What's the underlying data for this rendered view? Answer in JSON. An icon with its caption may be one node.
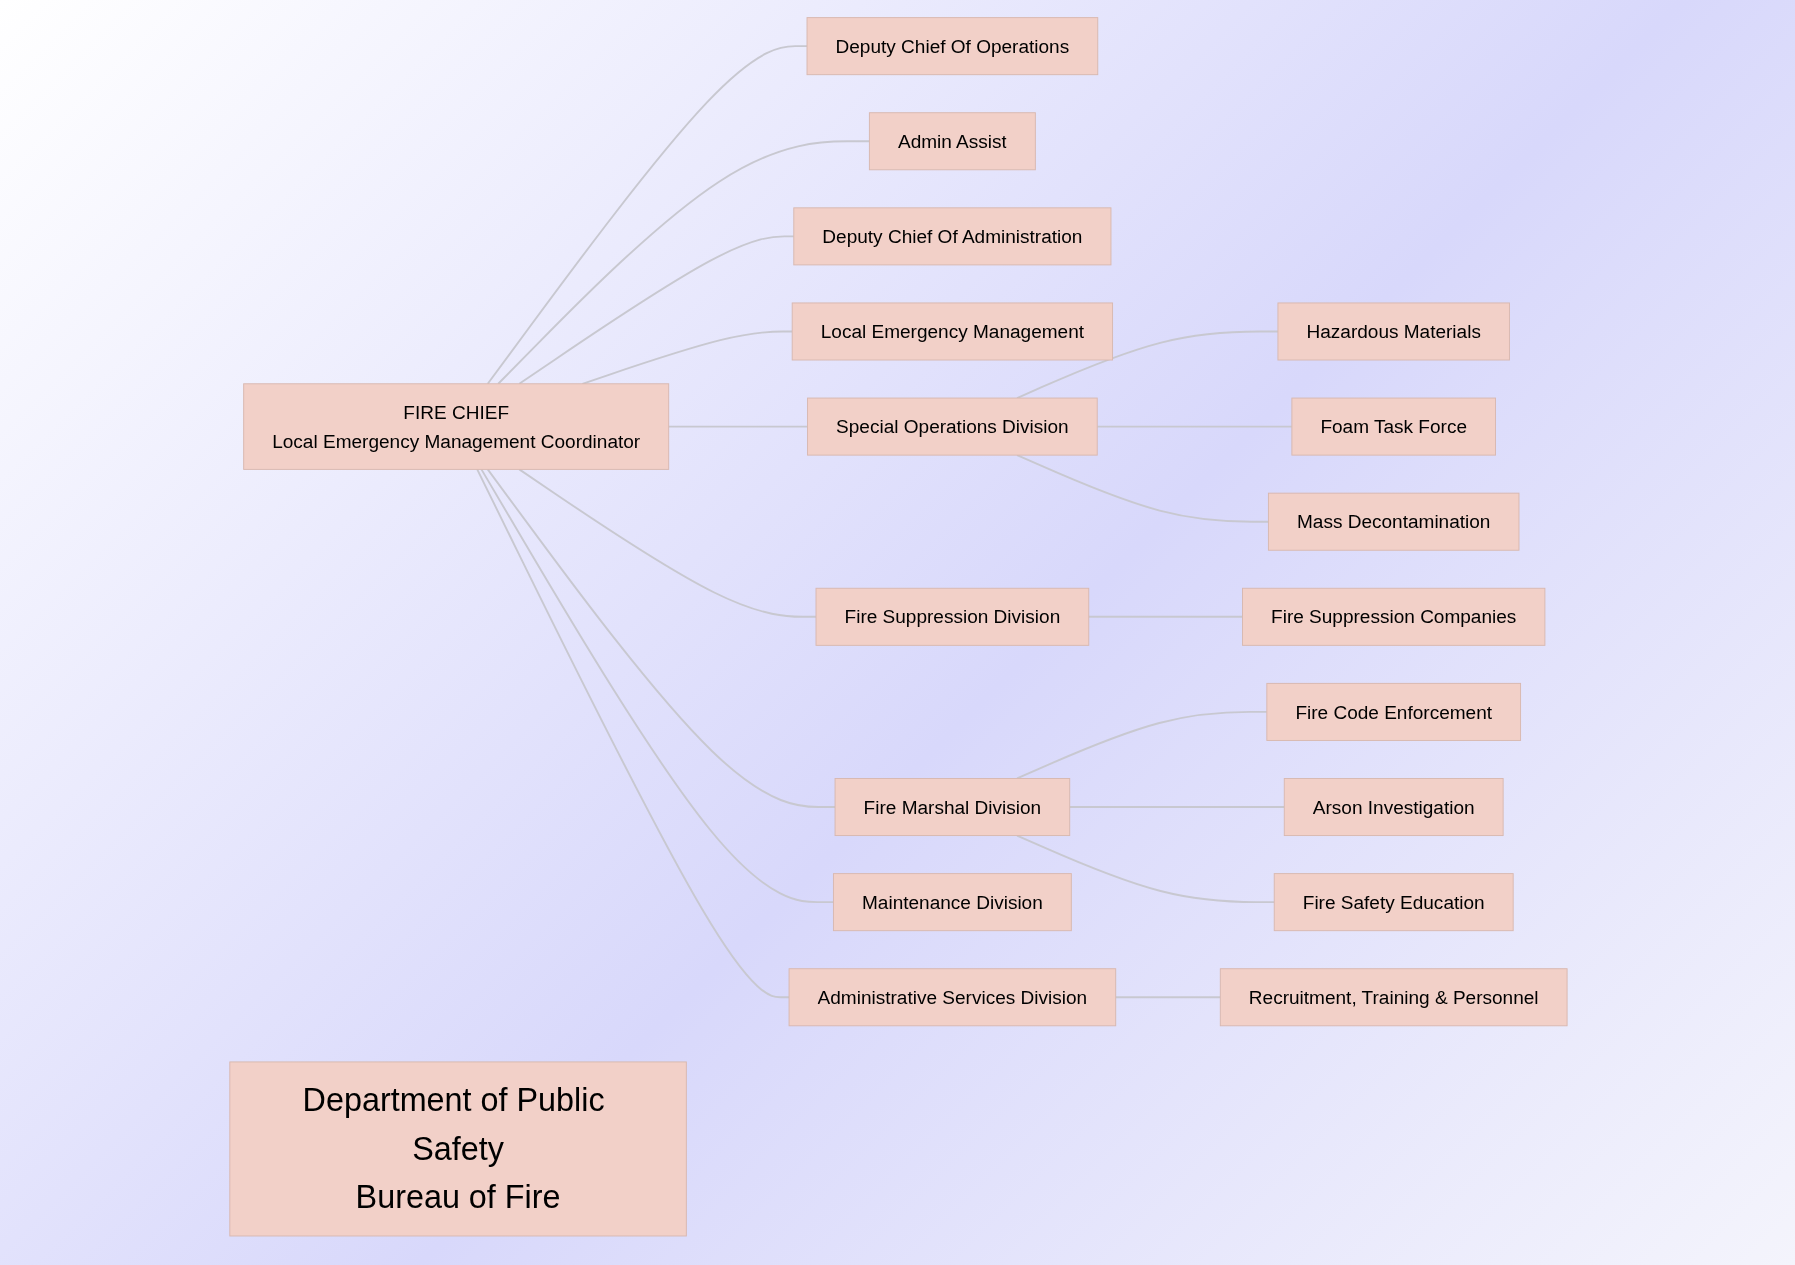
{
  "diagram": {
    "nodes": [
      {
        "text": [
          "FIRE CHIEF",
          "Local Emergency Management Coordinator"
        ]
      },
      {
        "text": [
          "Deputy Chief Of Operations"
        ]
      },
      {
        "text": [
          "Admin Assist"
        ]
      },
      {
        "text": [
          "Deputy Chief Of Administration"
        ]
      },
      {
        "text": [
          "Local Emergency Management"
        ]
      },
      {
        "text": [
          "Special Operations Division"
        ]
      },
      {
        "text": [
          "Fire Suppression Division"
        ]
      },
      {
        "text": [
          "Fire Marshal Division"
        ]
      },
      {
        "text": [
          "Maintenance Division"
        ]
      },
      {
        "text": [
          "Administrative Services Division"
        ]
      },
      {
        "text": [
          "Hazardous Materials"
        ]
      },
      {
        "text": [
          "Foam Task Force"
        ]
      },
      {
        "text": [
          "Mass Decontamination"
        ]
      },
      {
        "text": [
          "Fire Suppression Companies"
        ]
      },
      {
        "text": [
          "Fire Code Enforcement"
        ]
      },
      {
        "text": [
          "Arson Investigation"
        ]
      },
      {
        "text": [
          "Fire Safety Education"
        ]
      },
      {
        "text": [
          "Recruitment, Training & Personnel"
        ]
      },
      {
        "text": [
          "Department of Public Safety",
          "Bureau of Fire"
        ]
      }
    ],
    "edges": [
      {
        "from": 0,
        "to": 1,
        "arrow": "none"
      },
      {
        "from": 0,
        "to": 2,
        "arrow": "none"
      },
      {
        "from": 0,
        "to": 3,
        "arrow": "none"
      },
      {
        "from": 0,
        "to": 4,
        "arrow": "none"
      },
      {
        "from": 0,
        "to": 5,
        "arrow": "none"
      },
      {
        "from": 0,
        "to": 6,
        "arrow": "none"
      },
      {
        "from": 0,
        "to": 7,
        "arrow": "none"
      },
      {
        "from": 0,
        "to": 8,
        "arrow": "none"
      },
      {
        "from": 0,
        "to": 9,
        "arrow": "none"
      },
      {
        "from": 5,
        "to": 10,
        "arrow": "none"
      },
      {
        "from": 5,
        "to": 11,
        "arrow": "none"
      },
      {
        "from": 5,
        "to": 12,
        "arrow": "none"
      },
      {
        "from": 6,
        "to": 13,
        "arrow": "none"
      },
      {
        "from": 7,
        "to": 14,
        "arrow": "none"
      },
      {
        "from": 7,
        "to": 15,
        "arrow": "none"
      },
      {
        "from": 7,
        "to": 16,
        "arrow": "none"
      },
      {
        "from": 9,
        "to": 17,
        "arrow": "none"
      }
    ]
  }
}
